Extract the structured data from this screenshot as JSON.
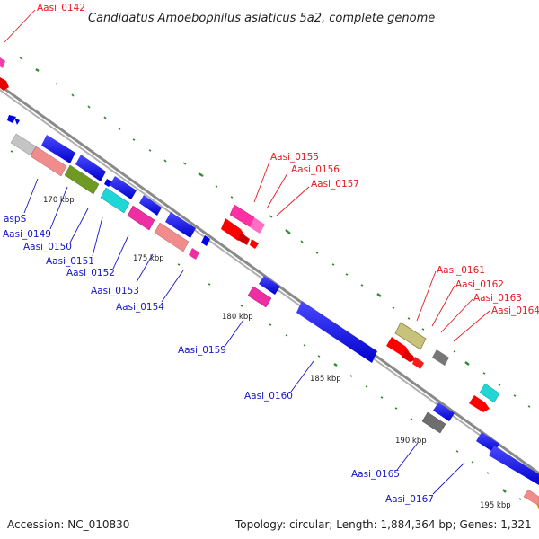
{
  "title": "Candidatus Amoebophilus asiaticus 5a2, complete genome",
  "accession": "Accession: NC_010830",
  "topology": "Topology: circular; Length: 1,884,364 bp; Genes: 1,321",
  "colors": {
    "label_red": "#e41a1c",
    "label_blue": "#1515c8",
    "backbone": "#8c8c8c",
    "gc_green": "#2e8b2e"
  },
  "ticks": [
    "170 kbp",
    "175 kbp",
    "180 kbp",
    "185 kbp",
    "190 kbp",
    "195 kbp"
  ],
  "labels": {
    "aasi_0142": "Aasi_0142",
    "aasi_0155": "Aasi_0155",
    "aasi_0156": "Aasi_0156",
    "aasi_0157": "Aasi_0157",
    "aasi_0161": "Aasi_0161",
    "aasi_0162": "Aasi_0162",
    "aasi_0163": "Aasi_0163",
    "aasi_0164": "Aasi_0164",
    "asps": "aspS",
    "aasi_0149": "Aasi_0149",
    "aasi_0150": "Aasi_0150",
    "aasi_0151": "Aasi_0151",
    "aasi_0152": "Aasi_0152",
    "aasi_0153": "Aasi_0153",
    "aasi_0154": "Aasi_0154",
    "aasi_0159": "Aasi_0159",
    "aasi_0160": "Aasi_0160",
    "aasi_0165": "Aasi_0165",
    "aasi_0167": "Aasi_0167"
  }
}
